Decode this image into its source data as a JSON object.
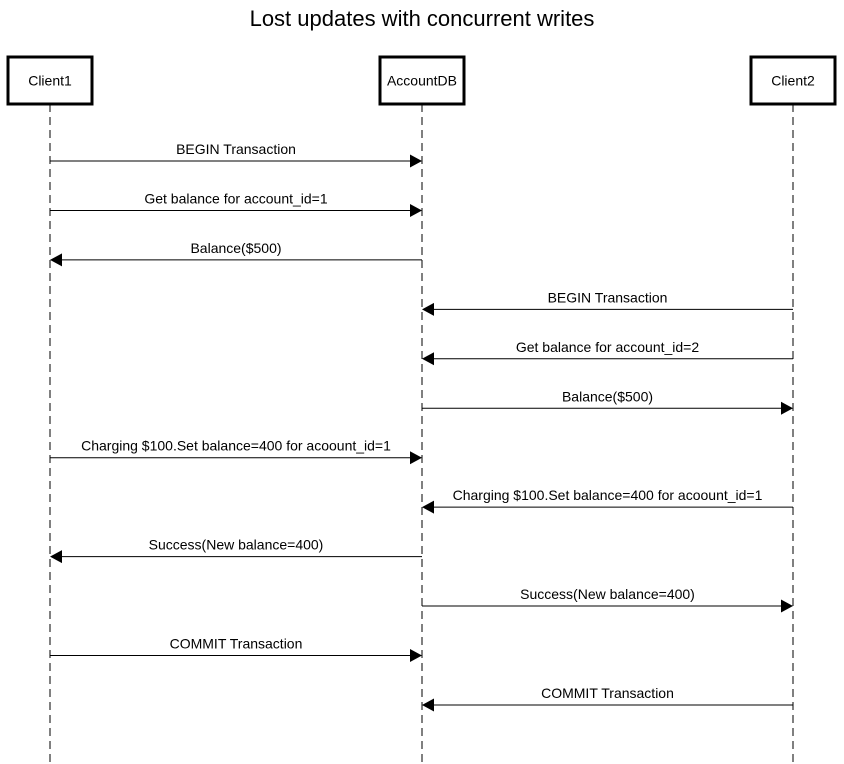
{
  "title": "Lost updates with concurrent writes",
  "participants": [
    {
      "id": "client1",
      "label": "Client1"
    },
    {
      "id": "accountdb",
      "label": "AccountDB"
    },
    {
      "id": "client2",
      "label": "Client2"
    }
  ],
  "messages": [
    {
      "from": "client1",
      "to": "accountdb",
      "label": "BEGIN Transaction"
    },
    {
      "from": "client1",
      "to": "accountdb",
      "label": "Get balance for account_id=1"
    },
    {
      "from": "accountdb",
      "to": "client1",
      "label": "Balance($500)"
    },
    {
      "from": "client2",
      "to": "accountdb",
      "label": "BEGIN Transaction"
    },
    {
      "from": "client2",
      "to": "accountdb",
      "label": "Get balance for account_id=2"
    },
    {
      "from": "accountdb",
      "to": "client2",
      "label": "Balance($500)"
    },
    {
      "from": "client1",
      "to": "accountdb",
      "label": "Charging $100.Set balance=400 for acoount_id=1"
    },
    {
      "from": "client2",
      "to": "accountdb",
      "label": "Charging $100.Set balance=400 for acoount_id=1"
    },
    {
      "from": "accountdb",
      "to": "client1",
      "label": "Success(New balance=400)"
    },
    {
      "from": "accountdb",
      "to": "client2",
      "label": "Success(New balance=400)"
    },
    {
      "from": "client1",
      "to": "accountdb",
      "label": "COMMIT Transaction"
    },
    {
      "from": "client2",
      "to": "accountdb",
      "label": "COMMIT Transaction"
    }
  ]
}
